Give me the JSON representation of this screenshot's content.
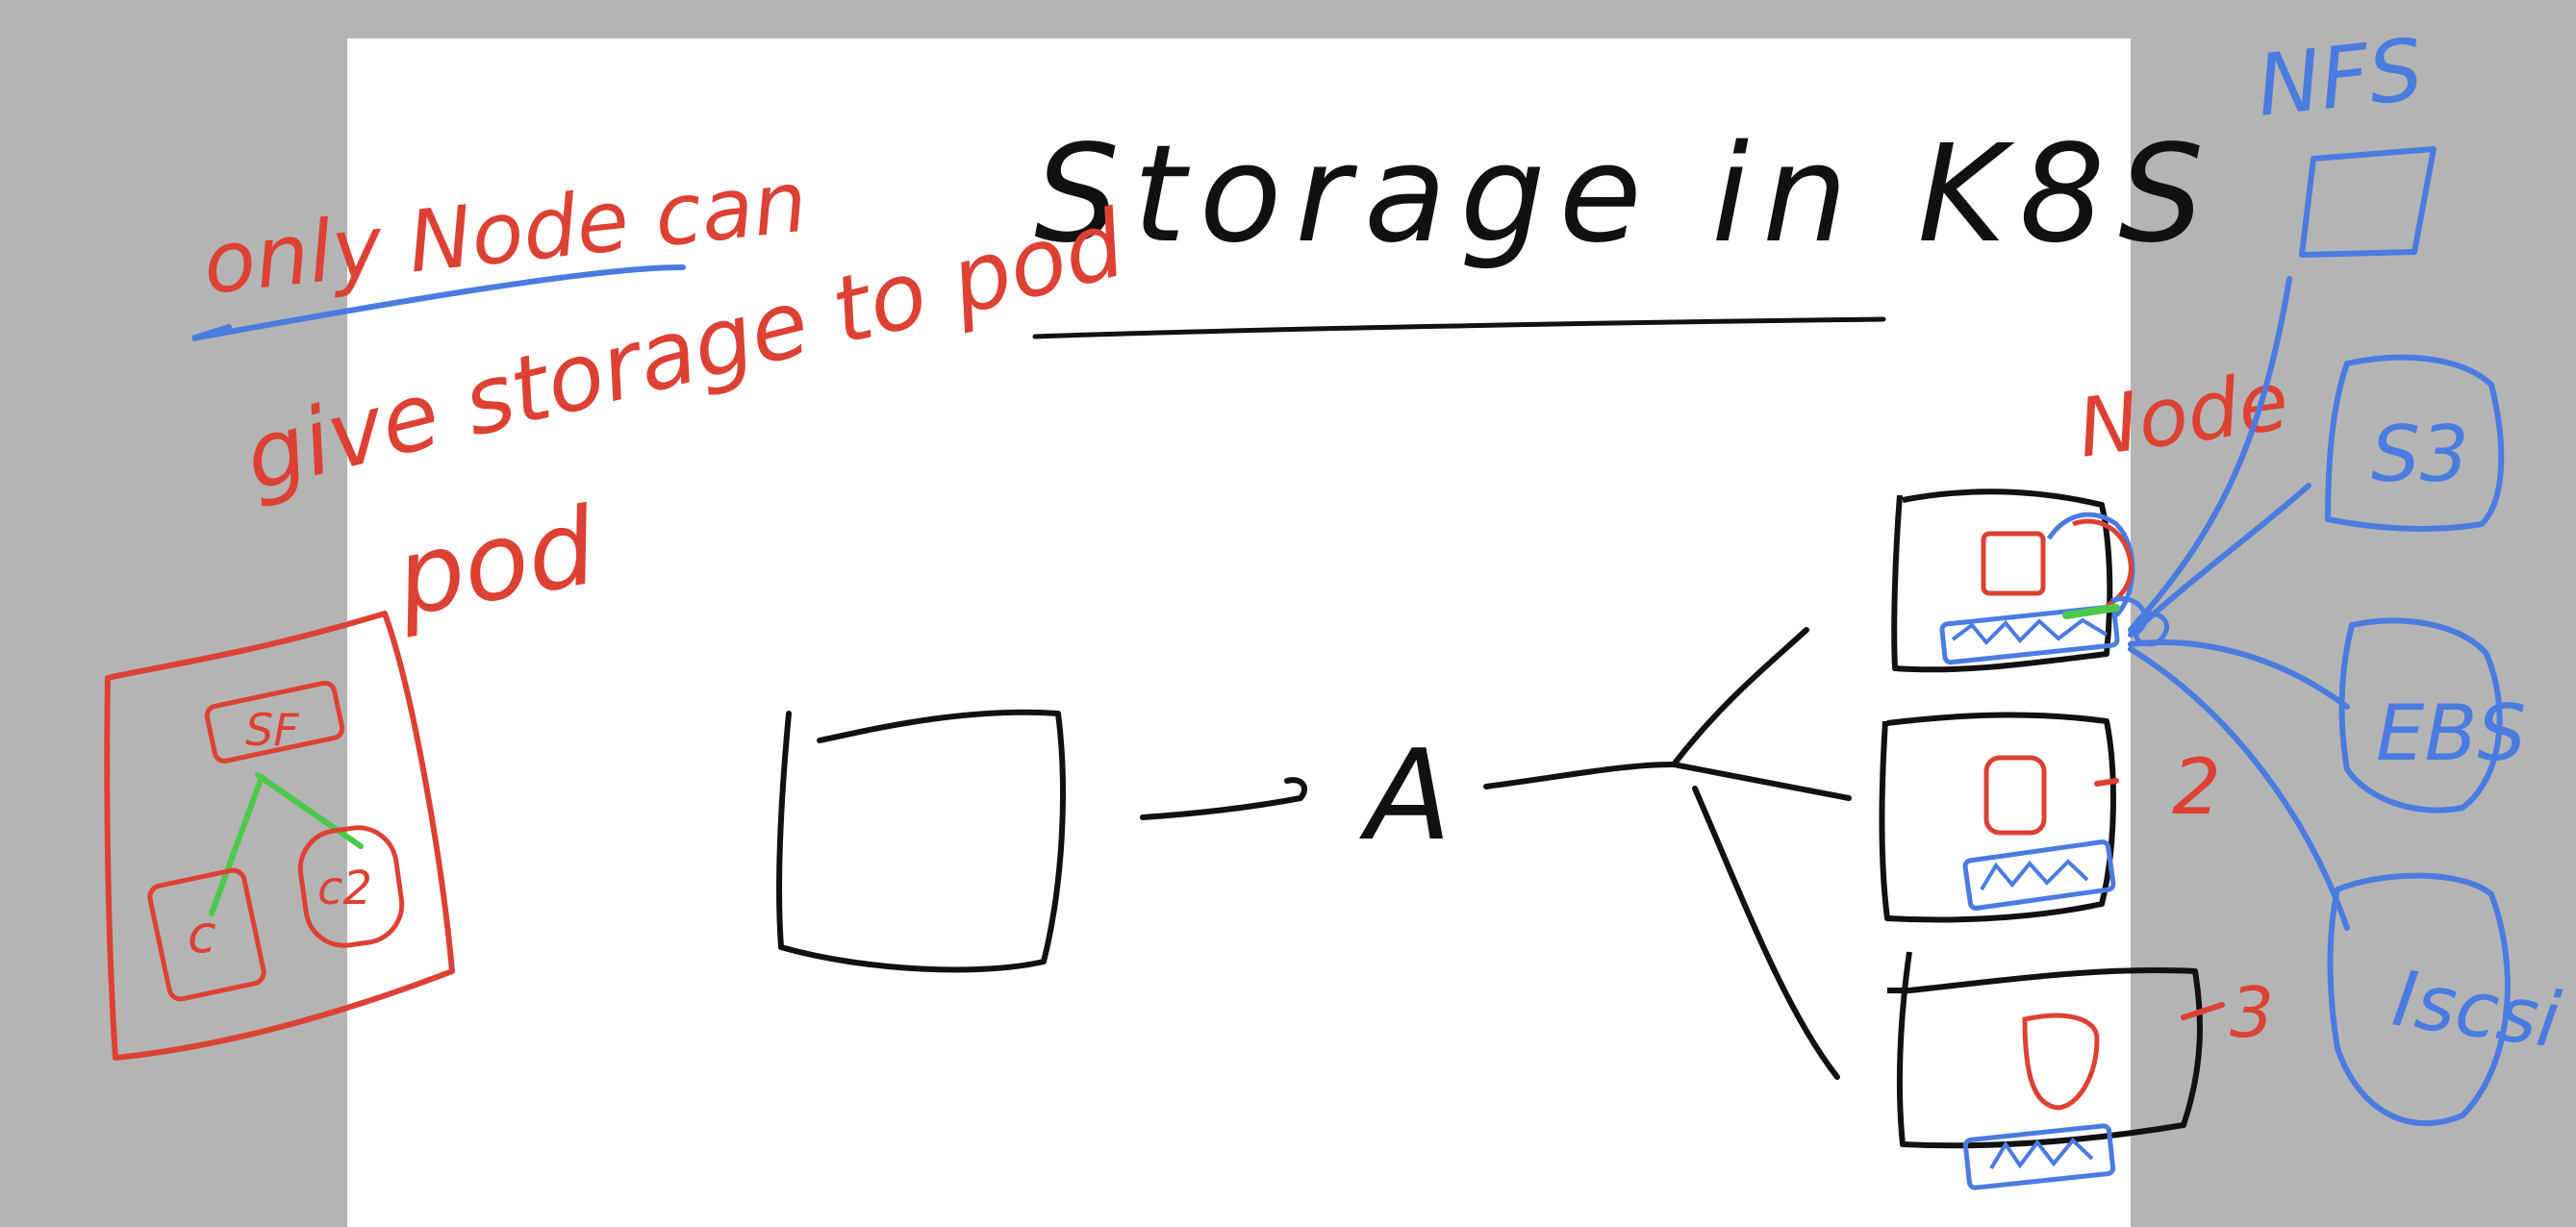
{
  "page": {
    "title": "Storage in K8S",
    "labels": {
      "nfs": "NFS",
      "s3": "S3",
      "ebs": "EBS",
      "iscsi": "Iscsi",
      "node": "Node",
      "node_two": "2",
      "node_three": "3",
      "storage_a": "A",
      "note_line1": "only Node can",
      "note_line2": "give storage to pod",
      "pod": "pod",
      "sf": "SF",
      "c1": "c",
      "c2": "c2"
    }
  },
  "colors": {
    "board": "#ffffff",
    "surround": "#b4b4b4",
    "ink_black": "#111111",
    "ink_red": "#dd4133",
    "ink_blue": "#4a7be0",
    "ink_green": "#4cc94a"
  }
}
